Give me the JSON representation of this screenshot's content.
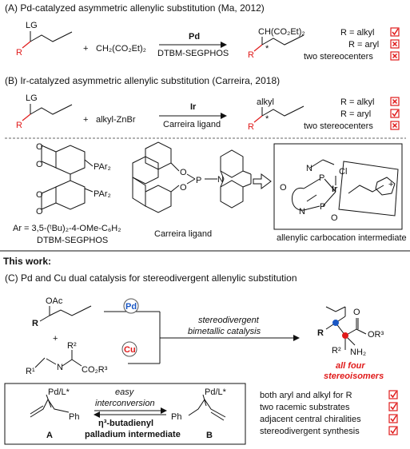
{
  "sectionA": {
    "title": "(A) Pd-catalyzed asymmetric allenylic substitution (Ma, 2012)",
    "lg": "LG",
    "r": "R",
    "plus": "+",
    "reagent": "CH₂(CO₂Et)₂",
    "cat_top": "Pd",
    "cat_bottom": "DTBM-SEGPHOS",
    "product_group": "CH(CO₂Et)₂",
    "star": "*",
    "checks": [
      {
        "label": "R = alkyl",
        "mark": "check"
      },
      {
        "label": "R = aryl",
        "mark": "cross"
      },
      {
        "label": "two stereocenters",
        "mark": "cross"
      }
    ]
  },
  "sectionB": {
    "title": "(B) Ir-catalyzed asymmetric allenylic substitution (Carreira, 2018)",
    "lg": "LG",
    "r": "R",
    "plus": "+",
    "reagent": "alkyl-ZnBr",
    "cat_top": "Ir",
    "cat_bottom": "Carreira ligand",
    "product_group": "alkyl",
    "star": "*",
    "checks": [
      {
        "label": "R = alkyl",
        "mark": "cross"
      },
      {
        "label": "R = aryl",
        "mark": "check"
      },
      {
        "label": "two stereocenters",
        "mark": "cross"
      }
    ]
  },
  "ligands": {
    "segphos_par2_top": "PAr₂",
    "segphos_par2_bottom": "PAr₂",
    "ar_def": "Ar = 3,5-(ᵗBu)₂-4-OMe-C₆H₂",
    "segphos_name": "DTBM-SEGPHOS",
    "carreira_p": "P",
    "carreira_n": "N",
    "carreira_o1": "O",
    "carreira_o2": "O",
    "carreira_name": "Carreira ligand",
    "intermediate_name": "allenylic carbocation intermediate",
    "int_cl": "Cl",
    "int_ir": "Ir",
    "int_p1": "P",
    "int_p2": "P",
    "int_n1": "N",
    "int_n2": "N",
    "int_o1": "O",
    "int_o2": "O",
    "int_plus": "+"
  },
  "thisWork": {
    "label": "This work:",
    "title": "(C) Pd and Cu dual catalysis for stereodivergent allenylic substitution",
    "oac": "OAc",
    "r": "R",
    "plus": "+",
    "pd": "Pd",
    "cu": "Cu",
    "r1": "R¹",
    "n": "N",
    "r2": "R²",
    "co2r3": "CO₂R³",
    "arrow_text1": "stereodivergent",
    "arrow_text2": "bimetallic catalysis",
    "prod_r": "R",
    "prod_o": "O",
    "prod_or3": "OR³",
    "prod_r2": "R²",
    "prod_nh2": "NH₂",
    "all_four_1": "all four",
    "all_four_2": "stereoisomers"
  },
  "pdBox": {
    "pdl_a": "Pd/L*",
    "ph_a": "Ph",
    "label_a": "A",
    "easy": "easy",
    "interconversion": "interconversion",
    "eta_line": "η³-butadienyl",
    "pd_intermediate": "palladium intermediate",
    "pdl_b": "Pd/L*",
    "ph_b": "Ph",
    "label_b": "B"
  },
  "features": [
    "both aryl and alkyl for R",
    "two racemic substrates",
    "adjacent central chiralities",
    "stereodivergent synthesis"
  ],
  "colors": {
    "accent_red": "#e01b1b",
    "accent_blue": "#1a57c4"
  }
}
